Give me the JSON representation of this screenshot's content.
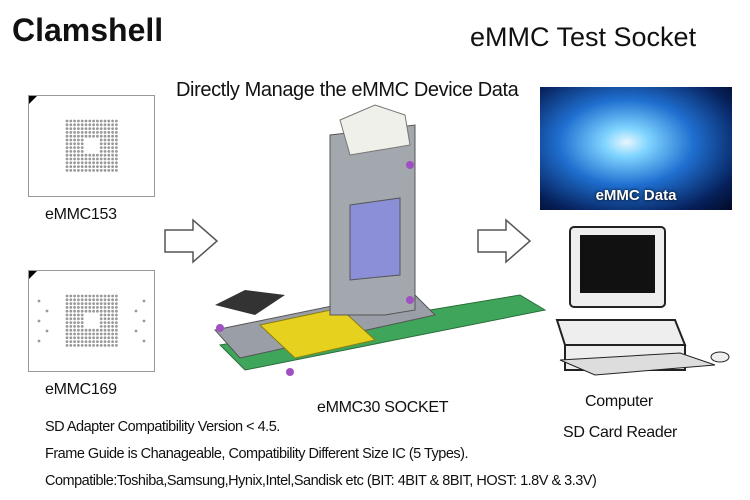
{
  "header": {
    "title": "Clamshell",
    "product": "eMMC Test Socket",
    "headline": "Directly Manage the eMMC Device Data"
  },
  "chips": [
    {
      "label": "eMMC153"
    },
    {
      "label": "eMMC169"
    }
  ],
  "socket": {
    "label": "eMMC30 SOCKET"
  },
  "data_image": {
    "label": "eMMC Data"
  },
  "computer": {
    "label": "Computer",
    "reader_label": "SD Card Reader"
  },
  "notes": [
    "SD Adapter Compatibility Version < 4.5.",
    "Frame Guide is Chanageable, Compatibility Different Size IC (5 Types).",
    "Compatible:Toshiba,Samsung,Hynix,Intel,Sandisk etc  (BIT: 4BIT & 8BIT, HOST: 1.8V & 3.3V)"
  ],
  "colors": {
    "socket_body": "#9a9ea6",
    "pcb": "#3fa55a",
    "contact_pad": "#e6d21e",
    "lid_window": "#8a8fd8",
    "data_blue": "#1f6fd0"
  }
}
